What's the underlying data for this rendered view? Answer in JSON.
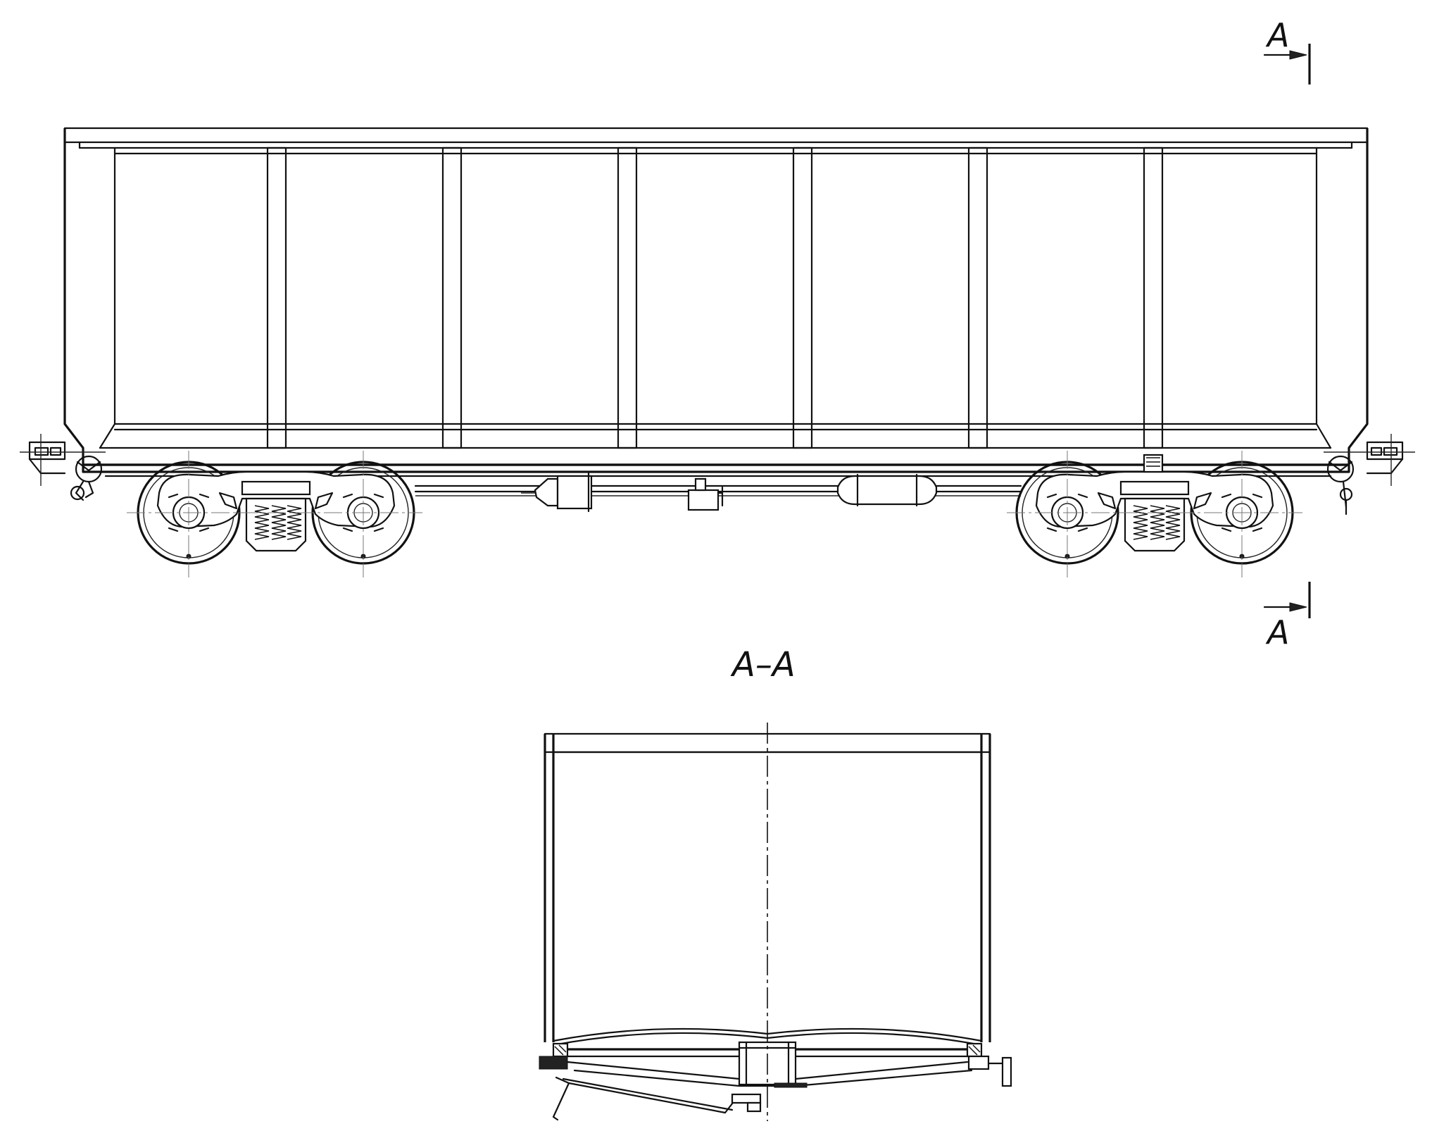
{
  "section_marker_top": "A",
  "section_marker_bottom": "A",
  "section_view_title": "A–A",
  "colors": {
    "line": "#111111",
    "background": "#ffffff"
  }
}
